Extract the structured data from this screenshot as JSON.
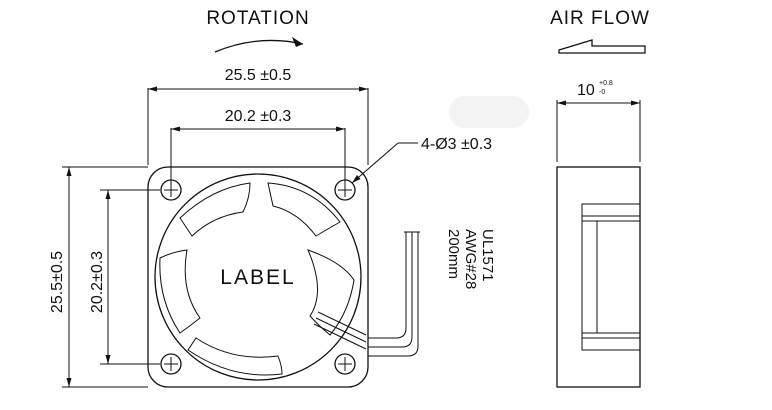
{
  "labels": {
    "rotation": "ROTATION",
    "air_flow": "AIR FLOW",
    "fan_label": "LABEL"
  },
  "dimensions": {
    "outer_width": "25.5 ±0.5",
    "hole_spacing_width": "20.2 ±0.3",
    "outer_height": "25.5±0.5",
    "hole_spacing_height": "20.2±0.3",
    "mounting_holes": "4-Ø3 ±0.3",
    "thickness_base": "10",
    "thickness_plus_tol": "+0.8",
    "thickness_minus_tol": "-0"
  },
  "cable": {
    "line1": "UL1571",
    "line2": "AWG#28",
    "line3": "200mm"
  }
}
